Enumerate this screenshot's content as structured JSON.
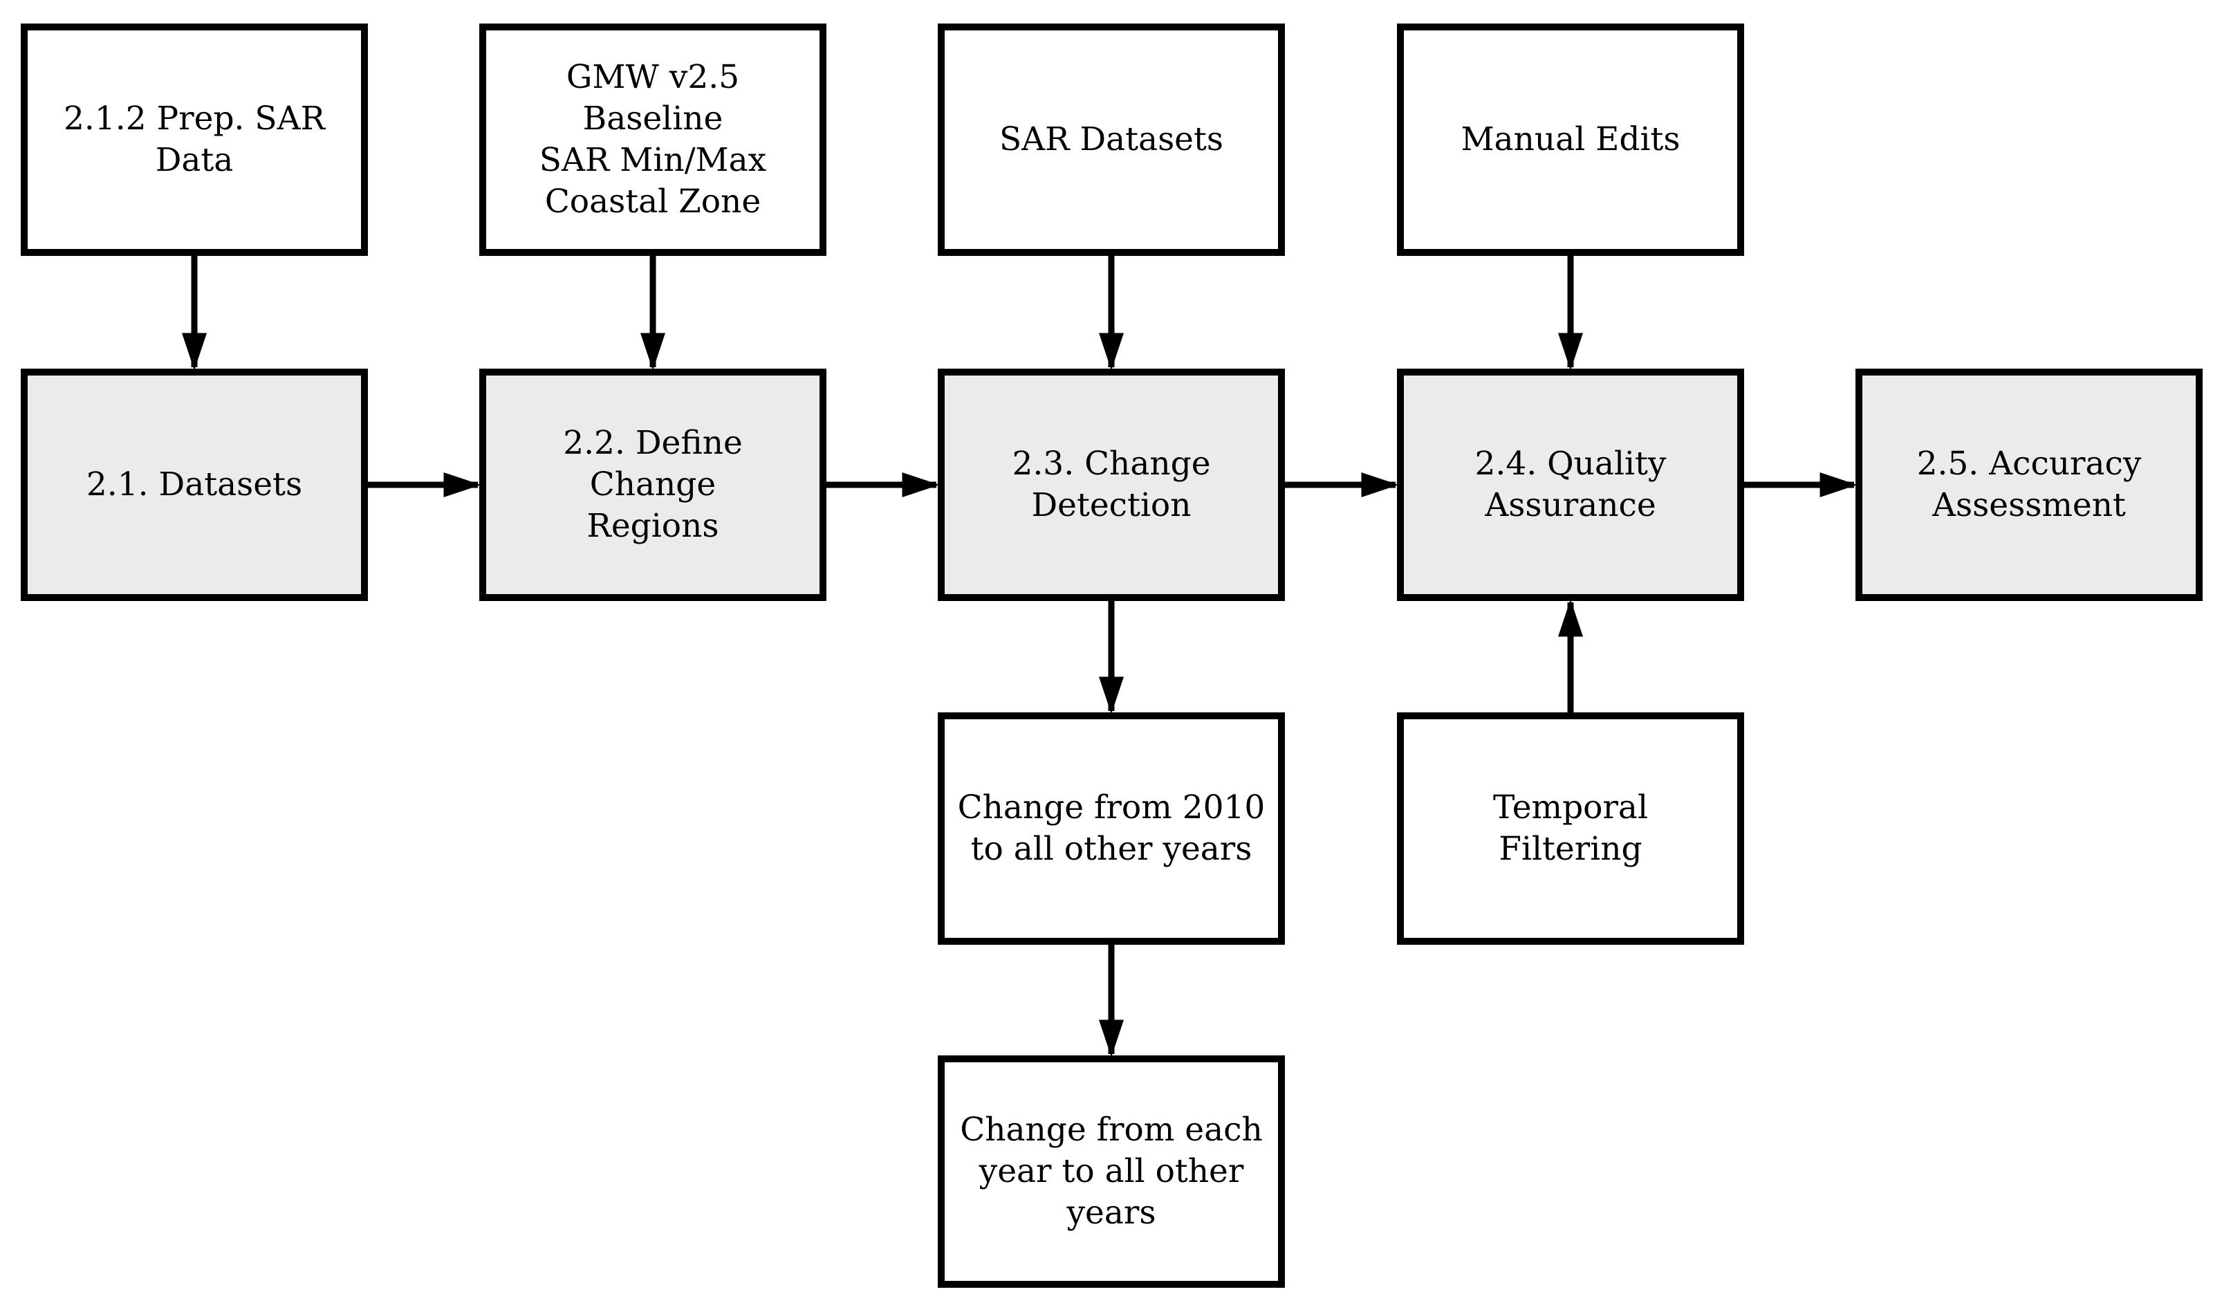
{
  "nodes": {
    "prep_sar_data": "2.1.2 Prep. SAR Data",
    "gmw_baseline": "GMW v2.5 Baseline\nSAR Min/Max\nCoastal Zone",
    "sar_datasets": "SAR Datasets",
    "manual_edits": "Manual Edits",
    "datasets": "2.1. Datasets",
    "define_change_regions": "2.2. Define\nChange\nRegions",
    "change_detection": "2.3. Change\nDetection",
    "quality_assurance": "2.4. Quality\nAssurance",
    "accuracy_assessment": "2.5. Accuracy\nAssessment",
    "change_from_2010": "Change from 2010\nto all other years",
    "temporal_filtering": "Temporal\nFiltering",
    "change_from_each_year": "Change from each\nyear to all other\nyears"
  },
  "edges": [
    {
      "from": "prep_sar_data",
      "to": "datasets"
    },
    {
      "from": "gmw_baseline",
      "to": "define_change_regions"
    },
    {
      "from": "sar_datasets",
      "to": "change_detection"
    },
    {
      "from": "manual_edits",
      "to": "quality_assurance"
    },
    {
      "from": "datasets",
      "to": "define_change_regions"
    },
    {
      "from": "define_change_regions",
      "to": "change_detection"
    },
    {
      "from": "change_detection",
      "to": "quality_assurance"
    },
    {
      "from": "quality_assurance",
      "to": "accuracy_assessment"
    },
    {
      "from": "change_detection",
      "to": "change_from_2010"
    },
    {
      "from": "change_from_2010",
      "to": "change_from_each_year"
    },
    {
      "from": "temporal_filtering",
      "to": "quality_assurance"
    }
  ],
  "colors": {
    "process_fill": "#ebebeb",
    "input_fill": "#ffffff",
    "stroke": "#000000"
  }
}
